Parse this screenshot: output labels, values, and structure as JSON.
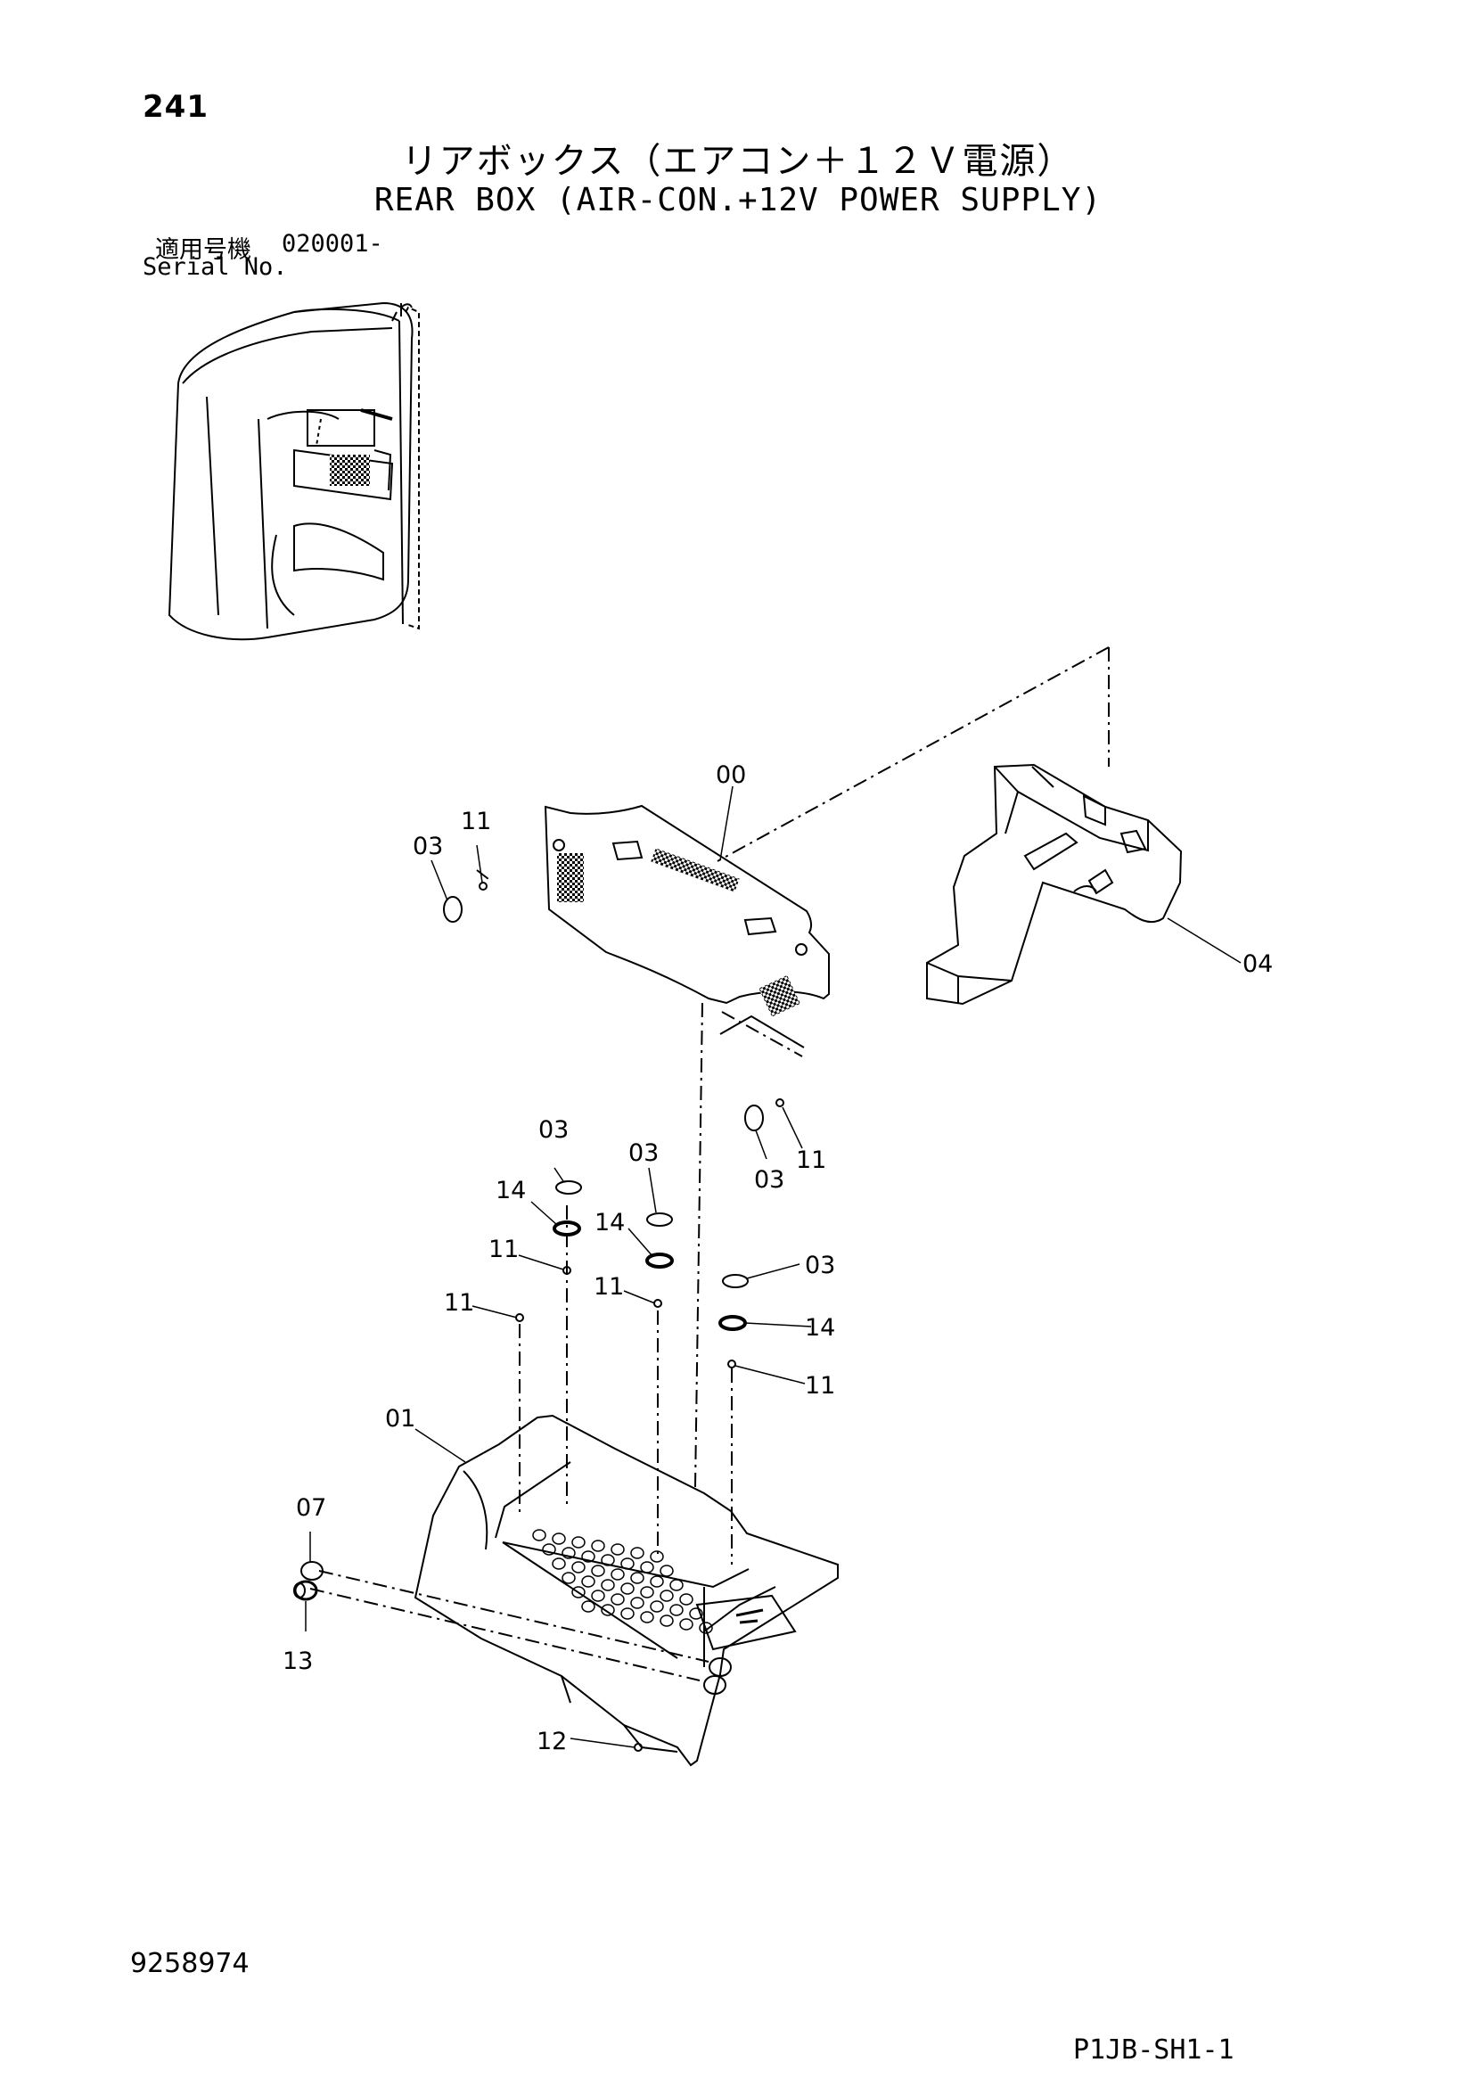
{
  "header": {
    "page_number": "241",
    "title_ja": "リアボックス（エアコン＋１２Ｖ電源）",
    "title_en": "REAR BOX (AIR-CON.+12V POWER SUPPLY)",
    "serial_label_ja": "適用号機",
    "serial_range": "020001-",
    "serial_label_en": "Serial No."
  },
  "callouts": {
    "c00": "00",
    "c01": "01",
    "c03a": "03",
    "c03b": "03",
    "c03c": "03",
    "c03d": "03",
    "c03e": "03",
    "c04": "04",
    "c07": "07",
    "c11a": "11",
    "c11b": "11",
    "c11c": "11",
    "c11d": "11",
    "c11e": "11",
    "c11f": "11",
    "c12": "12",
    "c13": "13",
    "c14a": "14",
    "c14b": "14",
    "c14c": "14"
  },
  "footer": {
    "doc_number": "9258974",
    "drawing_code": "P1JB-SH1-1"
  }
}
